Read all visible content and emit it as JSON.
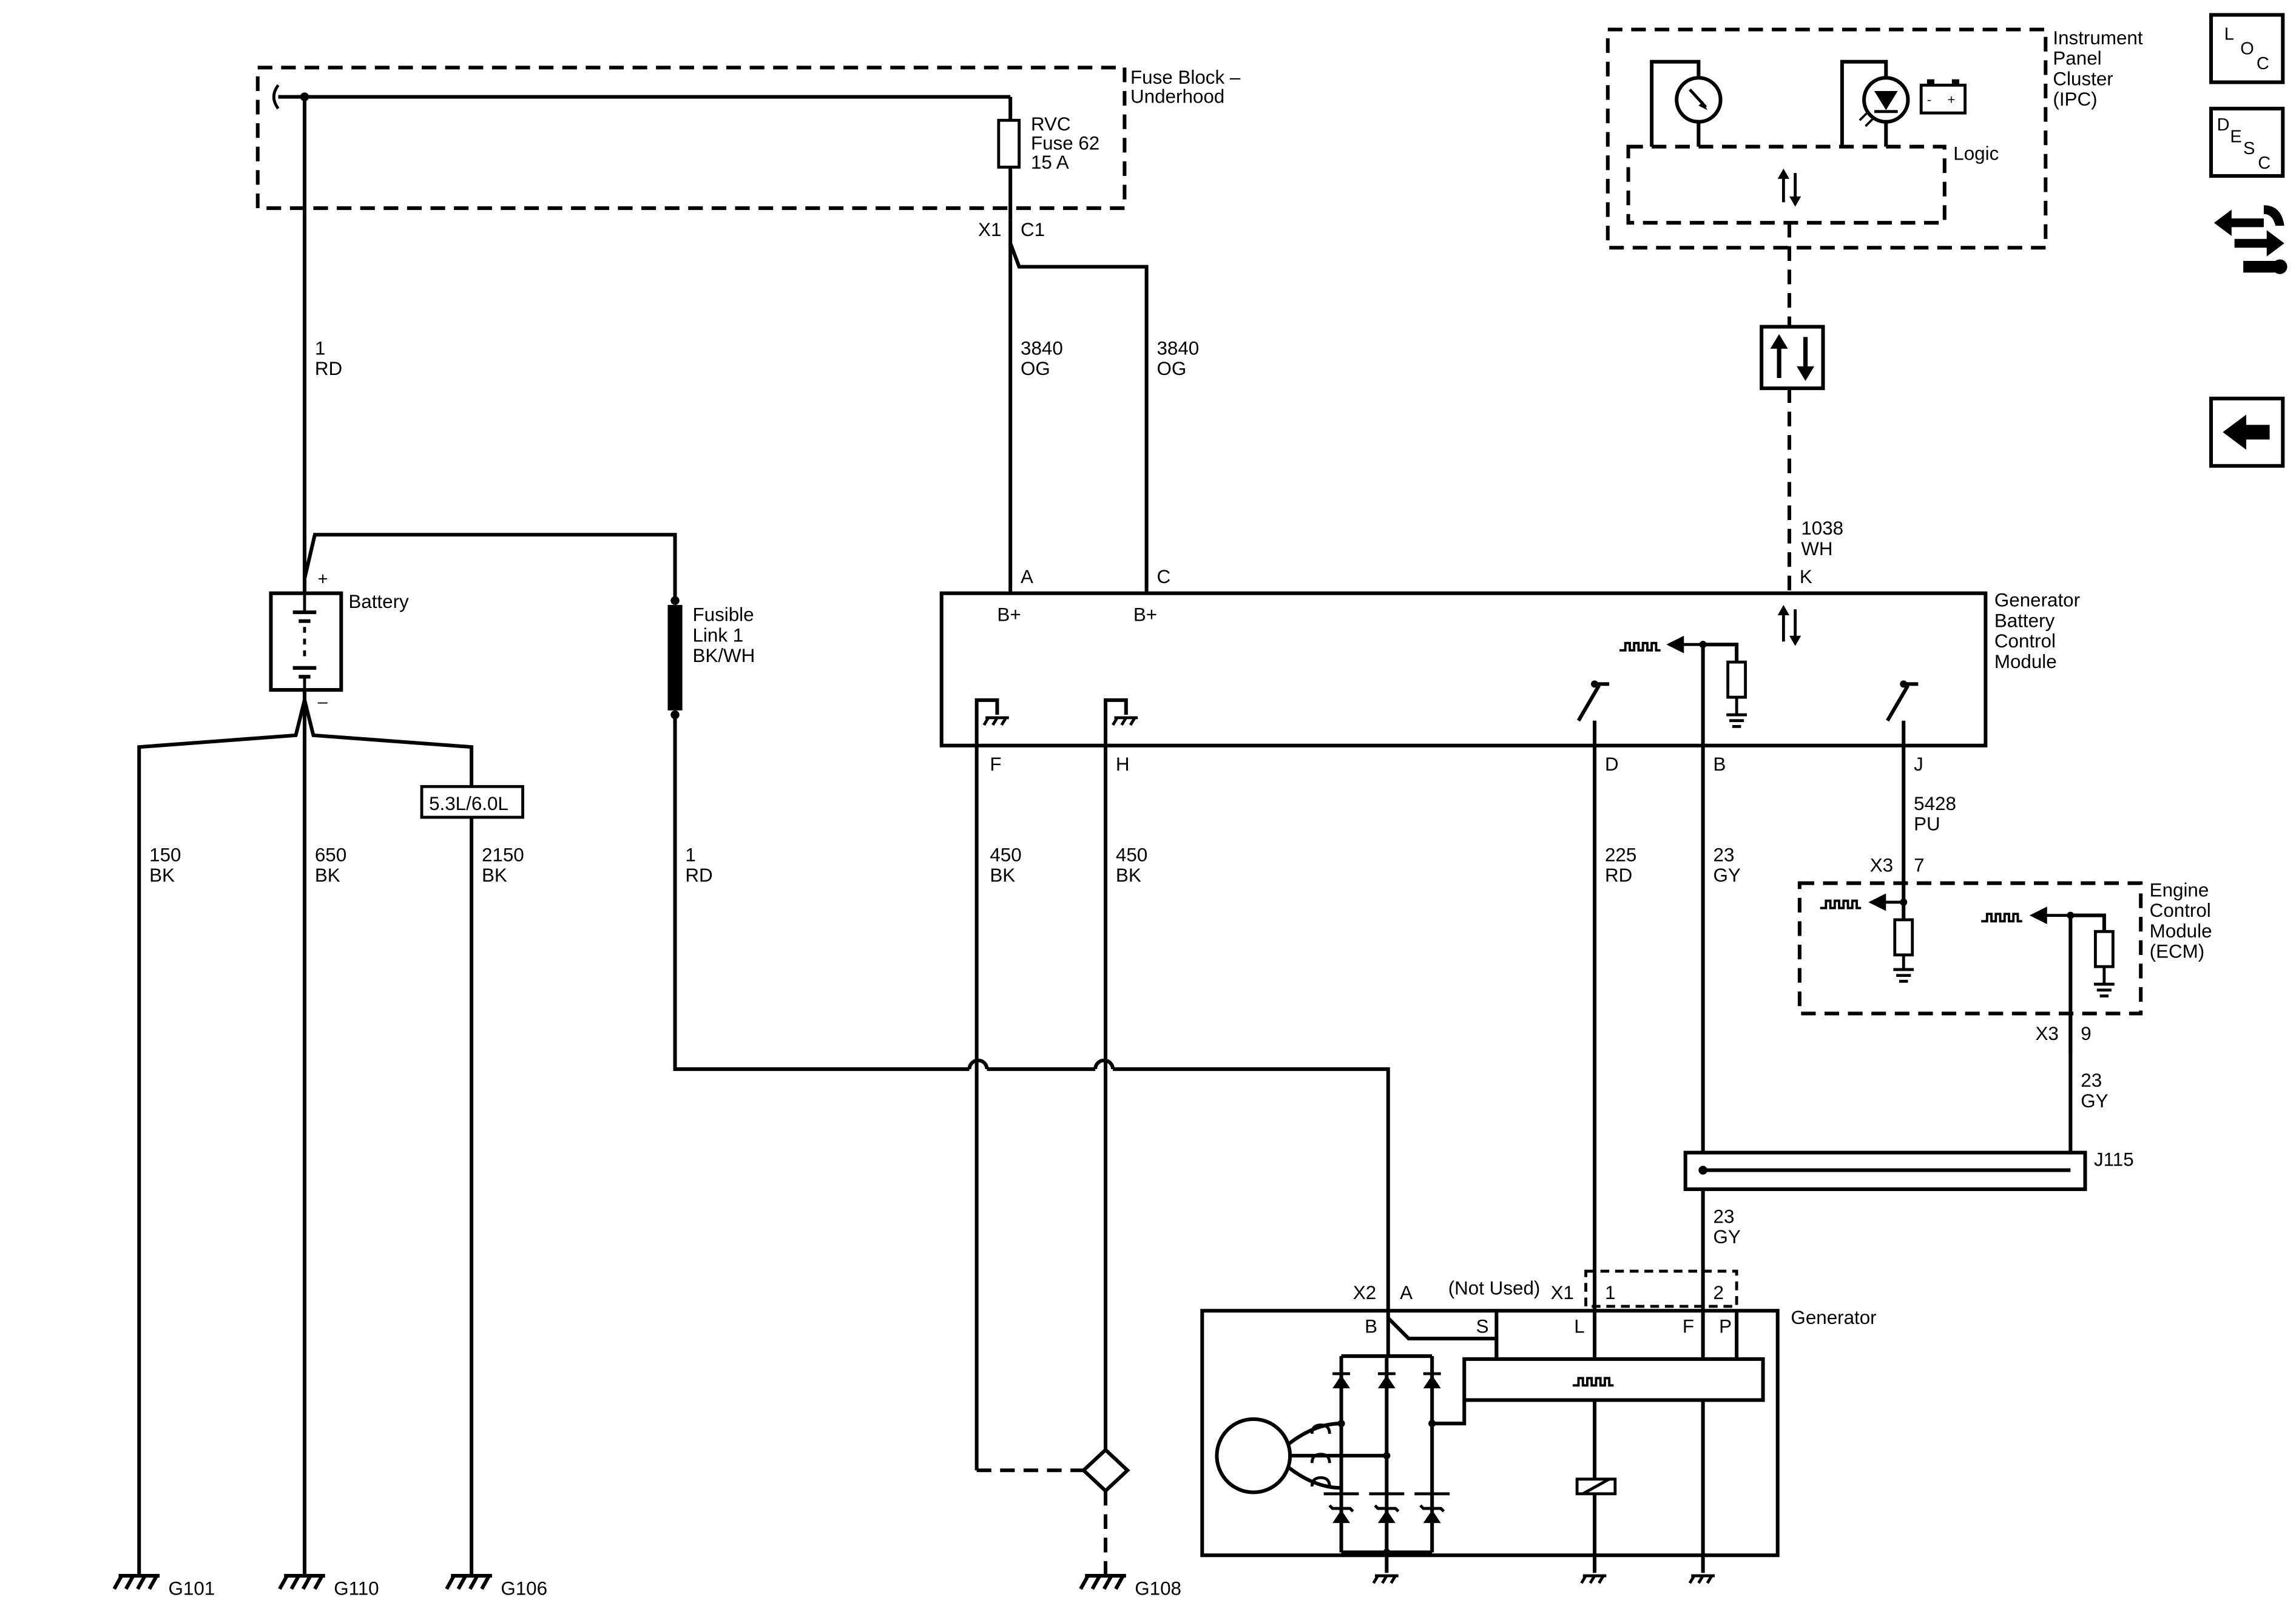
{
  "fuse_block": {
    "title_line1": "Fuse Block –",
    "title_line2": "Underhood",
    "fuse_line1": "RVC",
    "fuse_line2": "Fuse 62",
    "fuse_line3": "15 A",
    "pin_x1": "X1",
    "pin_c1": "C1"
  },
  "ipc": {
    "line1": "Instrument",
    "line2": "Panel",
    "line3": "Cluster",
    "line4": "(IPC)",
    "logic": "Logic"
  },
  "nav_icons": {
    "loc": [
      "L",
      "O",
      "C"
    ],
    "desc": [
      "D",
      "E",
      "S",
      "C"
    ]
  },
  "wires": {
    "rd_1_top": {
      "circuit": "1",
      "color": "RD"
    },
    "og_a": {
      "circuit": "3840",
      "color": "OG"
    },
    "og_c": {
      "circuit": "3840",
      "color": "OG"
    },
    "wh_k": {
      "circuit": "1038",
      "color": "WH"
    },
    "bk_150": {
      "circuit": "150",
      "color": "BK"
    },
    "bk_650": {
      "circuit": "650",
      "color": "BK"
    },
    "bk_2150": {
      "circuit": "2150",
      "color": "BK"
    },
    "rd_1_fusible": {
      "circuit": "1",
      "color": "RD"
    },
    "bk_450_f": {
      "circuit": "450",
      "color": "BK"
    },
    "bk_450_h": {
      "circuit": "450",
      "color": "BK"
    },
    "rd_225": {
      "circuit": "225",
      "color": "RD"
    },
    "gy_23_b": {
      "circuit": "23",
      "color": "GY"
    },
    "pu_5428": {
      "circuit": "5428",
      "color": "PU"
    },
    "gy_23_ecm": {
      "circuit": "23",
      "color": "GY"
    },
    "gy_23_gen": {
      "circuit": "23",
      "color": "GY"
    }
  },
  "battery": {
    "label": "Battery",
    "plus": "+",
    "minus": "–"
  },
  "engine_option": "5.3L/6.0L",
  "fusible_link": {
    "line1": "Fusible",
    "line2": "Link 1",
    "line3": "BK/WH"
  },
  "gbcm": {
    "line1": "Generator",
    "line2": "Battery",
    "line3": "Control",
    "line4": "Module",
    "pin_a": "A",
    "pin_c": "C",
    "pin_k": "K",
    "bplus_a": "B+",
    "bplus_c": "B+",
    "pin_f": "F",
    "pin_h": "H",
    "pin_d": "D",
    "pin_b": "B",
    "pin_j": "J"
  },
  "ecm": {
    "line1": "Engine",
    "line2": "Control",
    "line3": "Module",
    "line4": "(ECM)",
    "x3_top": "X3",
    "pin_7": "7",
    "x3_bottom": "X3",
    "pin_9": "9"
  },
  "splice": "J115",
  "generator": {
    "label": "Generator",
    "x2": "X2",
    "pin_a": "A",
    "not_used": "(Not Used)",
    "x1": "X1",
    "pin_1": "1",
    "pin_2": "2",
    "pin_b": "B",
    "pin_s": "S",
    "pin_l": "L",
    "pin_f": "F",
    "pin_p": "P"
  },
  "grounds": {
    "g101": "G101",
    "g110": "G110",
    "g106": "G106",
    "g108": "G108"
  }
}
